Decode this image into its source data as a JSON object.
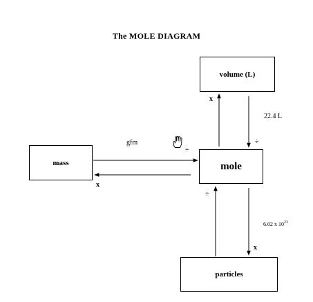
{
  "title": "The  MOLE  DIAGRAM",
  "boxes": {
    "volume": "volume (L)",
    "mass": "mass",
    "mole": "mole",
    "particles": "particles"
  },
  "edge_labels": {
    "mass_to_mole": "gfm",
    "mass_to_mole_op": "÷",
    "mole_to_mass_op": "x",
    "mole_to_volume_op": "x",
    "volume_to_mole_value": "22.4 L",
    "volume_to_mole_op": "÷",
    "particles_to_mole_op": "÷",
    "mole_to_particles_value_base": "6.02 x 10",
    "mole_to_particles_value_exp": "23",
    "mole_to_particles_op": "x"
  },
  "icons": {
    "cursor": "hand-cursor-icon"
  }
}
